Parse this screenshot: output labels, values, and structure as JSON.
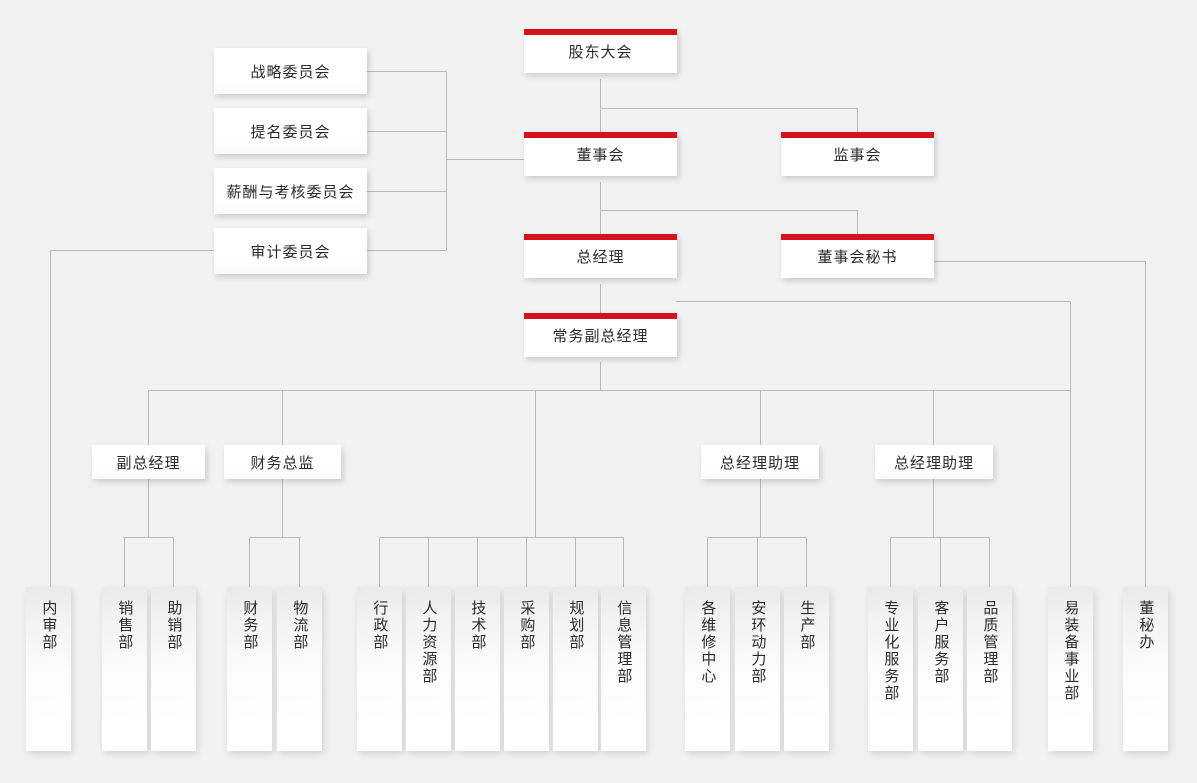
{
  "theme": {
    "background": "#f2f2f2",
    "accent_red": "#d4111c",
    "line_color": "#b9b9b9",
    "text_color": "#2b2b2b"
  },
  "nodes": {
    "shareholders_meeting": {
      "label": "股东大会"
    },
    "board_of_directors": {
      "label": "董事会"
    },
    "board_of_supervisors": {
      "label": "监事会"
    },
    "general_manager": {
      "label": "总经理"
    },
    "board_secretary": {
      "label": "董事会秘书"
    },
    "executive_deputy_gm": {
      "label": "常务副总经理"
    }
  },
  "committees": [
    {
      "label": "战略委员会"
    },
    {
      "label": "提名委员会"
    },
    {
      "label": "薪酬与考核委员会"
    },
    {
      "label": "审计委员会"
    }
  ],
  "managers": [
    {
      "label": "副总经理"
    },
    {
      "label": "财务总监"
    },
    {
      "label": "总经理助理"
    },
    {
      "label": "总经理助理"
    }
  ],
  "departments": [
    {
      "label": "内审部"
    },
    {
      "label": "销售部"
    },
    {
      "label": "助销部"
    },
    {
      "label": "财务部"
    },
    {
      "label": "物流部"
    },
    {
      "label": "行政部"
    },
    {
      "label": "人力资源部"
    },
    {
      "label": "技术部"
    },
    {
      "label": "采购部"
    },
    {
      "label": "规划部"
    },
    {
      "label": "信息管理部"
    },
    {
      "label": "各维修中心"
    },
    {
      "label": "安环动力部"
    },
    {
      "label": "生产部"
    },
    {
      "label": "专业化服务部"
    },
    {
      "label": "客户服务部"
    },
    {
      "label": "品质管理部"
    },
    {
      "label": "易装备事业部"
    },
    {
      "label": "董秘办"
    }
  ]
}
